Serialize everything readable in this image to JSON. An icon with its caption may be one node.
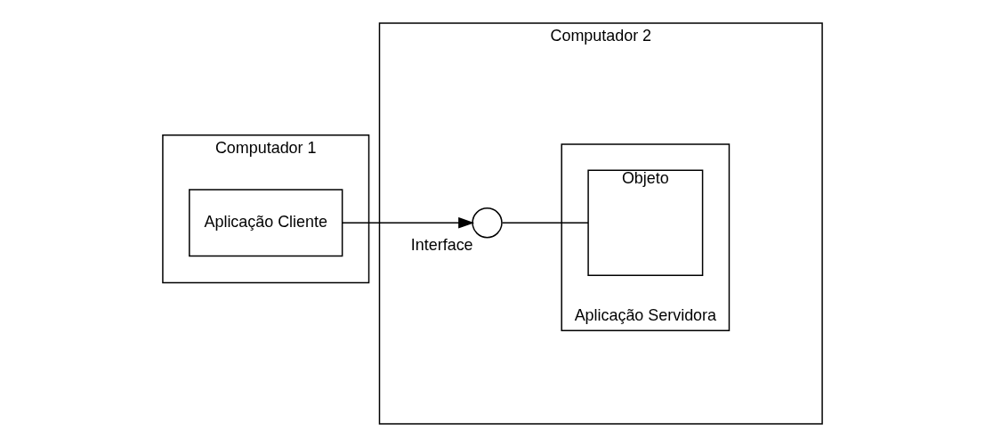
{
  "diagram": {
    "nodes": [
      {
        "text": [
          "Computador 1"
        ]
      },
      {
        "text": [
          "Aplicação Cliente"
        ],
        "in": 0
      },
      {
        "text": [
          "Computador 2"
        ]
      },
      {
        "text": [
          "Aplicação Servidora"
        ],
        "in": 2
      },
      {
        "text": [
          "Objeto"
        ],
        "in": 3
      },
      {
        "text": [],
        "shape": "circle",
        "beside": [
          "Interface"
        ],
        "in": 2
      }
    ],
    "edges": [
      {
        "from": 1,
        "to": 5,
        "arrow": "to"
      },
      {
        "from": 5,
        "to": 4,
        "arrow": "none"
      }
    ]
  }
}
